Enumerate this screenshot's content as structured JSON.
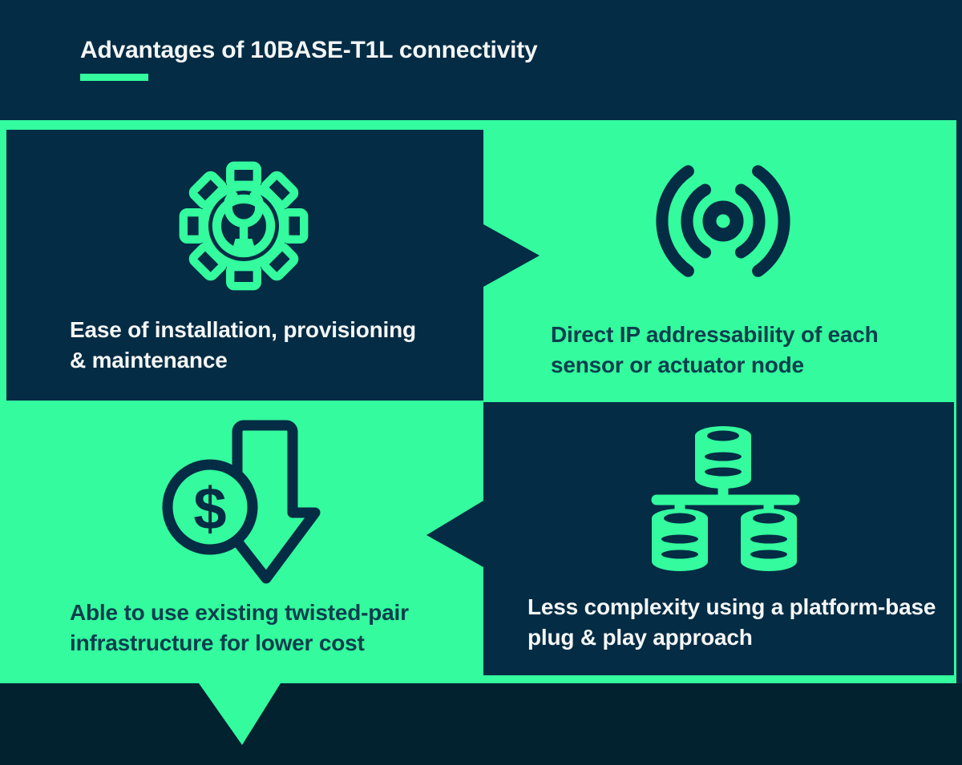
{
  "colors": {
    "navy": "#042C44",
    "navy_dark": "#03222F",
    "green": "#33FB9E",
    "text_on_green": "#0D3E4D",
    "text_on_navy": "#F4F6F6"
  },
  "header": {
    "title": "Advantages of 10BASE-T1L connectivity"
  },
  "panels": [
    {
      "id": "ease-of-installation",
      "theme": "navy",
      "icon": "gear-wrench-icon",
      "lines": [
        "Ease of installation, provisioning",
        "& maintenance"
      ]
    },
    {
      "id": "direct-ip-addressability",
      "theme": "green",
      "icon": "wireless-signal-icon",
      "lines": [
        "Direct IP addressability of each",
        "sensor or actuator node"
      ]
    },
    {
      "id": "lower-cost",
      "theme": "green",
      "icon": "dollar-down-arrow-icon",
      "lines": [
        "Able to use existing twisted-pair",
        "infrastructure for lower cost"
      ]
    },
    {
      "id": "less-complexity",
      "theme": "navy",
      "icon": "database-network-icon",
      "lines": [
        "Less complexity using a platform-base",
        "plug & play approach"
      ]
    }
  ]
}
